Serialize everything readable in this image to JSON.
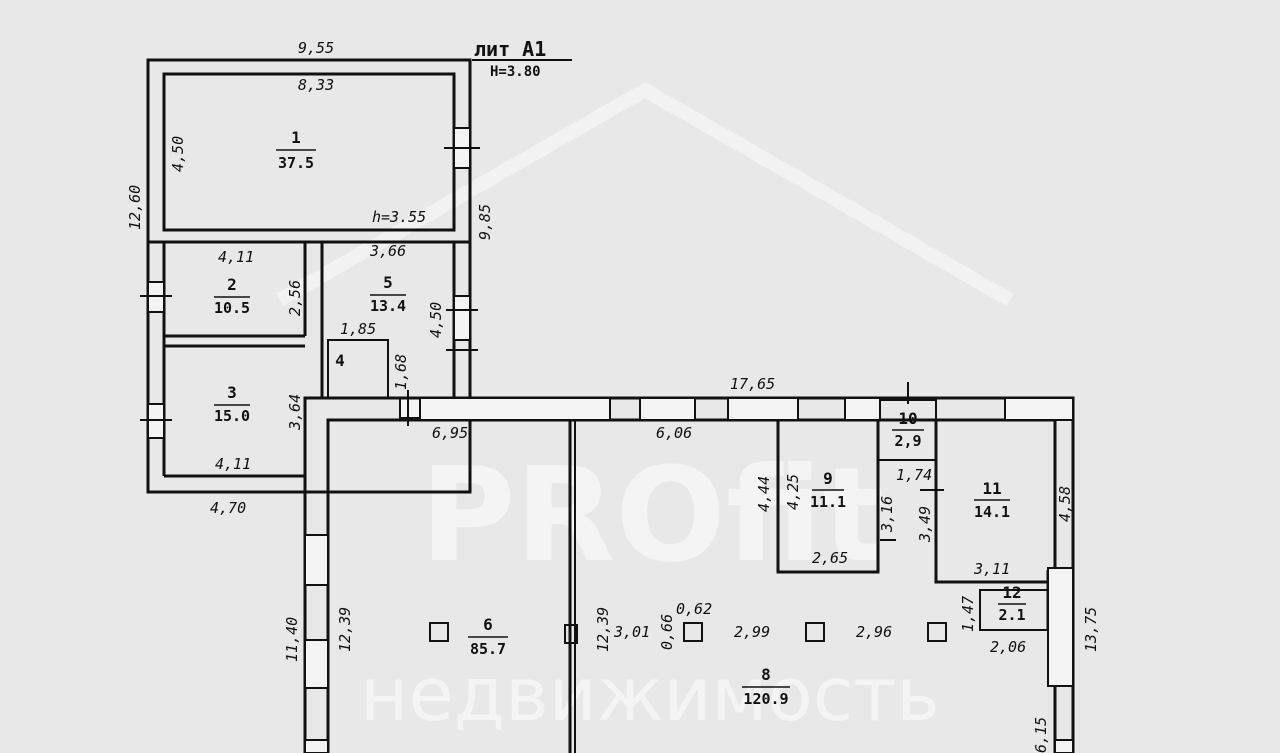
{
  "header": {
    "title": "лит А1",
    "height_note": "Н=3.80"
  },
  "rooms": [
    {
      "id": "room-1",
      "number": "1",
      "area": "37.5"
    },
    {
      "id": "room-2",
      "number": "2",
      "area": "10.5"
    },
    {
      "id": "room-3",
      "number": "3",
      "area": "15.0"
    },
    {
      "id": "room-4",
      "number": "4",
      "area": ""
    },
    {
      "id": "room-5",
      "number": "5",
      "area": "13.4"
    },
    {
      "id": "room-6",
      "number": "6",
      "area": "85.7"
    },
    {
      "id": "room-8",
      "number": "8",
      "area": "120.9"
    },
    {
      "id": "room-9",
      "number": "9",
      "area": "11.1"
    },
    {
      "id": "room-10",
      "number": "10",
      "area": "2,9"
    },
    {
      "id": "room-11",
      "number": "11",
      "area": "14.1"
    },
    {
      "id": "room-12",
      "number": "12",
      "area": "2.1"
    }
  ],
  "notes": {
    "room1_height": "h=3.55"
  },
  "dimensions": [
    "9,55",
    "8,33",
    "4,50",
    "12,60",
    "9,85",
    "4,11",
    "2,56",
    "3,66",
    "4,50",
    "1,85",
    "1,68",
    "4,11",
    "3,64",
    "4,70",
    "17,65",
    "6,95",
    "6,06",
    "4,44",
    "4,25",
    "3,16",
    "2,65",
    "1,74",
    "3,49",
    "4,58",
    "3,11",
    "1,47",
    "2,06",
    "13,75",
    "11,40",
    "12,39",
    "12,39",
    "3,01",
    "0,66",
    "0,62",
    "2,99",
    "2,96",
    "6,15"
  ],
  "watermark": {
    "brand": "PROfit",
    "subtitle": "недвижимость"
  }
}
